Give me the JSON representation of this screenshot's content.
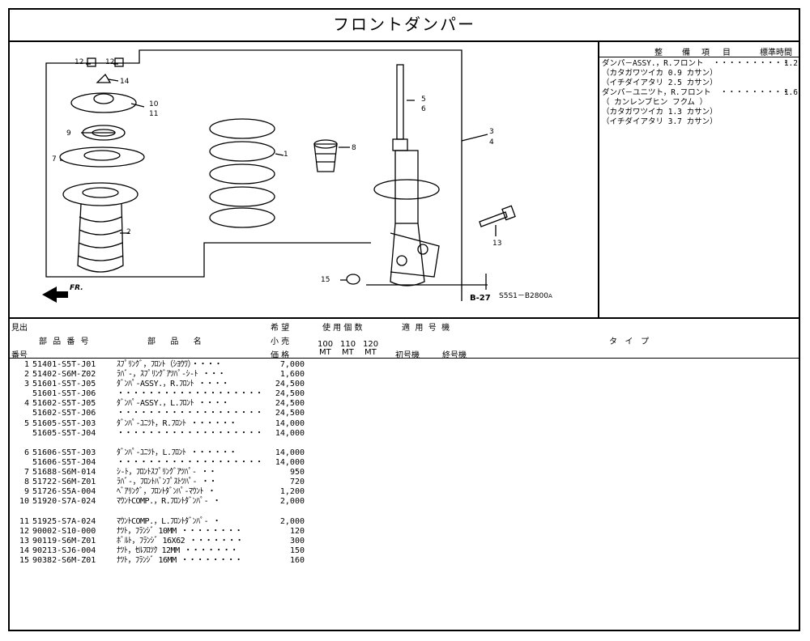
{
  "title": "フロントダンパー",
  "diagram": {
    "callouts": [
      "12",
      "12",
      "14",
      "10",
      "11",
      "9",
      "7",
      "2",
      "1",
      "8",
      "5",
      "6",
      "3",
      "4",
      "13",
      "15"
    ],
    "fr_label": "FR.",
    "ref_label": "B-27",
    "code": "S5S1－B2800",
    "code_suffix": "A"
  },
  "labor": {
    "headers": [
      "整",
      "備",
      "項",
      "目",
      "標準時間"
    ],
    "lines": [
      {
        "text": "ダンパ－ASSY.，R.フロント  ・・・・・・・・・・",
        "time": "1.2"
      },
      {
        "text": "（カタガワツイカ 0.9 カサン）",
        "time": ""
      },
      {
        "text": "（イチダイアタリ 2.5 カサン）",
        "time": ""
      },
      {
        "text": "ダンパ－ユニツト，R.フロント  ・・・・・・・・・",
        "time": "1.6"
      },
      {
        "text": "（ カンレンブヒン フクム ）",
        "time": ""
      },
      {
        "text": "（カタガワツイカ 1.3 カサン）",
        "time": ""
      },
      {
        "text": "（イチダイアタリ 3.7 カサン）",
        "time": ""
      }
    ]
  },
  "table_header": {
    "midashi": "見出",
    "bango": "番号",
    "part_number": "部 品 番 号",
    "part_name": "部  品  名",
    "kibou": "希 望",
    "kouri": "小 売",
    "kakaku": "価 格",
    "usage": "使 用 個 数",
    "applicable": "適  用  号  機",
    "col100": "100",
    "col110": "110",
    "col120": "120",
    "mt": "MT",
    "first": "初号機",
    "last": "終号機",
    "type": "タ   イ   プ"
  },
  "rows": [
    {
      "no": "1",
      "pn": "51401-S5T-J01",
      "name": "ｽﾌﾟﾘﾝｸﾞ，ﾌﾛﾝﾄ（ｼﾖｳﾜ）・・・・",
      "price": "7,000"
    },
    {
      "no": "2",
      "pn": "51402-S6M-Z02",
      "name": "ﾗﾊﾞ-，ｽﾌﾟﾘﾝｸﾞｱﾂﾊﾟ-ｼ-ﾄ ・・・",
      "price": "1,600"
    },
    {
      "no": "3",
      "pn": "51601-S5T-J05",
      "name": "ﾀﾞﾝﾊﾟ-ASSY.，R.ﾌﾛﾝﾄ ・・・・",
      "price": "24,500"
    },
    {
      "no": "",
      "pn": "51601-S5T-J06",
      "name": "・・・・・・・・・・・・・・・・・・・",
      "price": "24,500"
    },
    {
      "no": "4",
      "pn": "51602-S5T-J05",
      "name": "ﾀﾞﾝﾊﾟ-ASSY.，L.ﾌﾛﾝﾄ ・・・・",
      "price": "24,500"
    },
    {
      "no": "",
      "pn": "51602-S5T-J06",
      "name": "・・・・・・・・・・・・・・・・・・・",
      "price": "24,500"
    },
    {
      "no": "5",
      "pn": "51605-S5T-J03",
      "name": "ﾀﾞﾝﾊﾟ-ﾕﾆﾂﾄ，R.ﾌﾛﾝﾄ ・・・・・・",
      "price": "14,000"
    },
    {
      "no": "",
      "pn": "51605-S5T-J04",
      "name": "・・・・・・・・・・・・・・・・・・・",
      "price": "14,000"
    },
    {
      "gap": true
    },
    {
      "no": "6",
      "pn": "51606-S5T-J03",
      "name": "ﾀﾞﾝﾊﾟ-ﾕﾆﾂﾄ，L.ﾌﾛﾝﾄ ・・・・・・",
      "price": "14,000"
    },
    {
      "no": "",
      "pn": "51606-S5T-J04",
      "name": "・・・・・・・・・・・・・・・・・・・",
      "price": "14,000"
    },
    {
      "no": "7",
      "pn": "51688-S6M-014",
      "name": "ｼ-ﾄ，ﾌﾛﾝﾄｽﾌﾟﾘﾝｸﾞｱﾂﾊﾟ- ・・",
      "price": "950"
    },
    {
      "no": "8",
      "pn": "51722-S6M-Z01",
      "name": "ﾗﾊﾞ-，ﾌﾛﾝﾄﾊﾞﾝﾌﾟｽﾄﾂﾊﾟ- ・・",
      "price": "720"
    },
    {
      "no": "9",
      "pn": "51726-S5A-004",
      "name": "ﾍﾞｱﾘﾝｸﾞ，ﾌﾛﾝﾄﾀﾞﾝﾊﾟ-ﾏｳﾝﾄ ・",
      "price": "1,200"
    },
    {
      "no": "10",
      "pn": "51920-S7A-024",
      "name": "ﾏｳﾝﾄCOMP.，R.ﾌﾛﾝﾄﾀﾞﾝﾊﾟ- ・",
      "price": "2,000"
    },
    {
      "gap": true
    },
    {
      "no": "11",
      "pn": "51925-S7A-024",
      "name": "ﾏｳﾝﾄCOMP.，L.ﾌﾛﾝﾄﾀﾞﾝﾊﾟ- ・",
      "price": "2,000"
    },
    {
      "no": "12",
      "pn": "90002-S10-000",
      "name": "ﾅﾂﾄ，ﾌﾗﾝｼﾞ 10MM ・・・・・・・・",
      "price": "120"
    },
    {
      "no": "13",
      "pn": "90119-S6M-Z01",
      "name": "ﾎﾞﾙﾄ，ﾌﾗﾝｼﾞ 16X62 ・・・・・・・",
      "price": "300"
    },
    {
      "no": "14",
      "pn": "90213-SJ6-004",
      "name": "ﾅﾂﾄ，ｾﾙﾌﾛﾂｸ 12MM ・・・・・・・",
      "price": "150"
    },
    {
      "no": "15",
      "pn": "90382-S6M-Z01",
      "name": "ﾅﾂﾄ，ﾌﾗﾝｼﾞ 16MM ・・・・・・・・",
      "price": "160"
    }
  ]
}
